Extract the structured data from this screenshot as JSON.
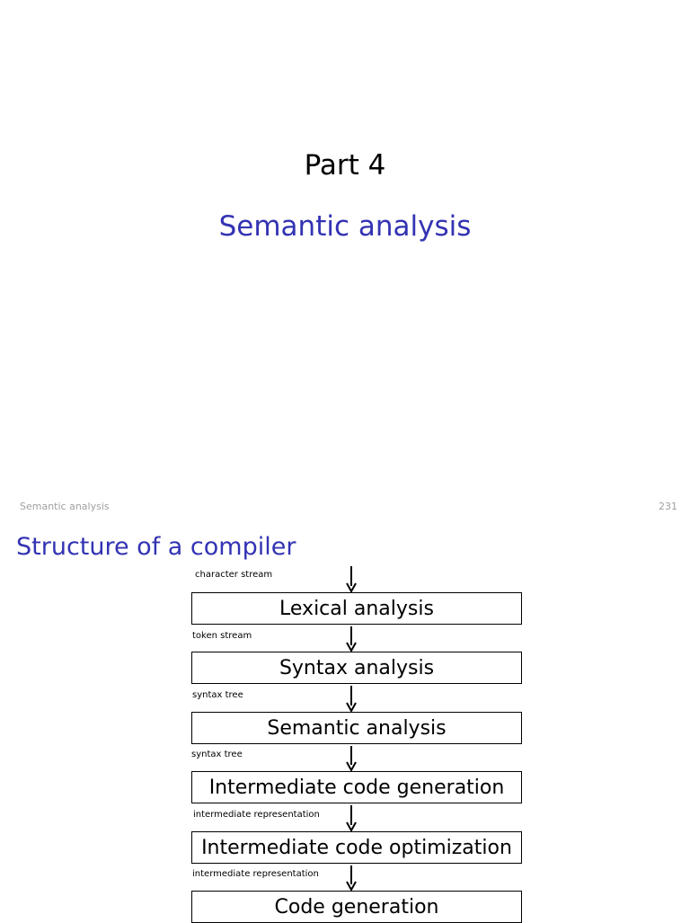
{
  "slide1": {
    "title": "Part 4",
    "subtitle": "Semantic analysis",
    "footer_left": "Semantic analysis",
    "footer_right": "231"
  },
  "slide2": {
    "title": "Structure of a compiler",
    "stages": [
      "Lexical analysis",
      "Syntax analysis",
      "Semantic analysis",
      "Intermediate code generation",
      "Intermediate code optimization",
      "Code generation"
    ],
    "flow_labels": [
      "character stream",
      "token stream",
      "syntax tree",
      "syntax tree",
      "intermediate representation",
      "intermediate representation"
    ]
  }
}
